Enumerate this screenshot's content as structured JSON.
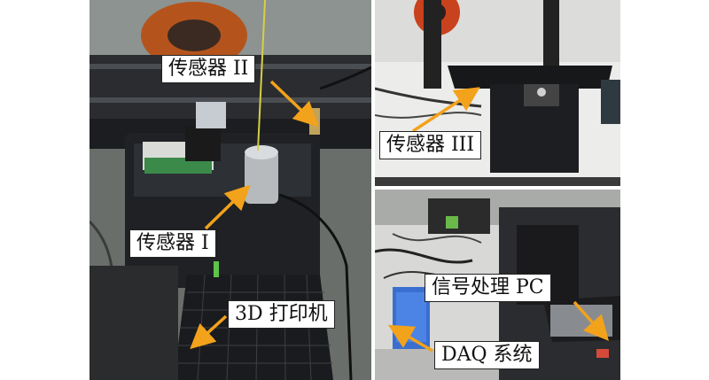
{
  "labels": {
    "sensor2": "传感器 II",
    "sensor3": "传感器 III",
    "sensor1": "传感器 I",
    "printer": "3D 打印机",
    "pc": "信号处理 PC",
    "daq": "DAQ 系统"
  },
  "colors": {
    "arrow": "#f2a21b",
    "label_bg": "#ffffff",
    "label_border": "#222222"
  }
}
